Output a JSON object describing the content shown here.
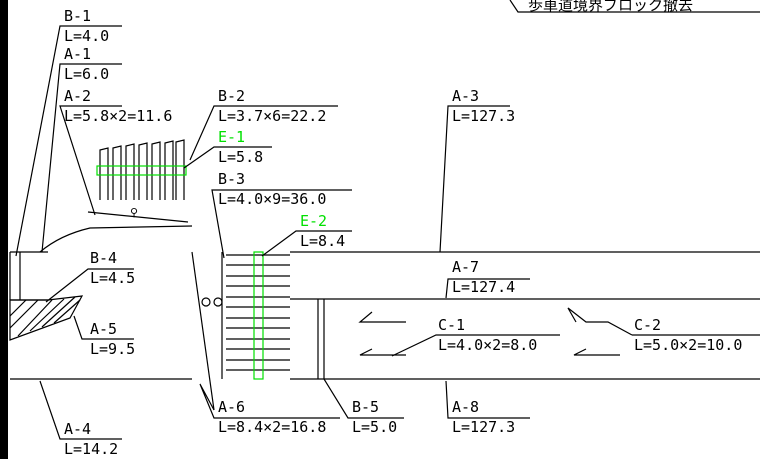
{
  "header_note": "歩車道境界ブロック撤去",
  "labels": {
    "B1": {
      "name": "B-1",
      "len": "L=4.0"
    },
    "A1": {
      "name": "A-1",
      "len": "L=6.0"
    },
    "A2": {
      "name": "A-2",
      "len": "L=5.8×2=11.6"
    },
    "B2": {
      "name": "B-2",
      "len": "L=3.7×6=22.2"
    },
    "E1": {
      "name": "E-1",
      "len": "L=5.8"
    },
    "B3": {
      "name": "B-3",
      "len": "L=4.0×9=36.0"
    },
    "E2": {
      "name": "E-2",
      "len": "L=8.4"
    },
    "A3": {
      "name": "A-3",
      "len": "L=127.3"
    },
    "A7": {
      "name": "A-7",
      "len": "L=127.4"
    },
    "B4": {
      "name": "B-4",
      "len": "L=4.5"
    },
    "A5": {
      "name": "A-5",
      "len": "L=9.5"
    },
    "C1": {
      "name": "C-1",
      "len": "L=4.0×2=8.0"
    },
    "C2": {
      "name": "C-2",
      "len": "L=5.0×2=10.0"
    },
    "A6": {
      "name": "A-6",
      "len": "L=8.4×2=16.8"
    },
    "B5": {
      "name": "B-5",
      "len": "L=5.0"
    },
    "A8": {
      "name": "A-8",
      "len": "L=127.3"
    },
    "A4": {
      "name": "A-4",
      "len": "L=14.2"
    }
  },
  "colors": {
    "line": "#000000",
    "highlight": "#00e000"
  }
}
